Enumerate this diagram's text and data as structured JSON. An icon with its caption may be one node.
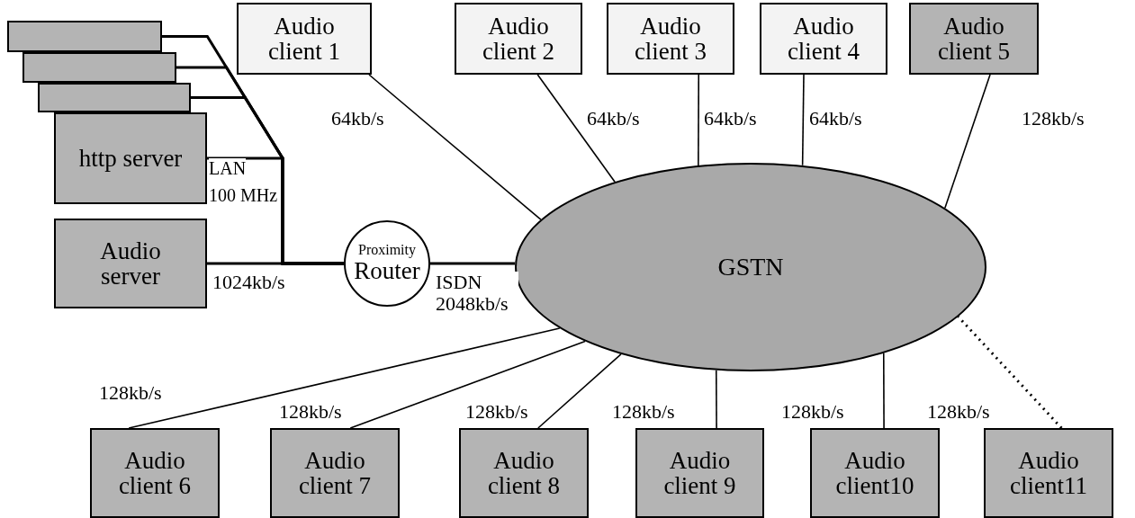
{
  "diagram": {
    "nodes": [
      {
        "text": [],
        "shape": "box"
      },
      {
        "text": [],
        "shape": "box"
      },
      {
        "text": [],
        "shape": "box"
      },
      {
        "text": [
          "http server"
        ]
      },
      {
        "text": [
          "Audio server"
        ]
      },
      {
        "text": [
          "Proximity",
          "Router"
        ]
      },
      {
        "text": [
          "GSTN"
        ]
      },
      {
        "text": [
          "Audio client 1"
        ]
      },
      {
        "text": [
          "Audio client 2"
        ]
      },
      {
        "text": [
          "Audio client 3"
        ]
      },
      {
        "text": [
          "Audio client 4"
        ]
      },
      {
        "text": [
          "Audio client 5"
        ]
      },
      {
        "text": [
          "Audio client 6"
        ]
      },
      {
        "text": [
          "Audio client 7"
        ]
      },
      {
        "text": [
          "Audio client 8"
        ]
      },
      {
        "text": [
          "Audio client 9"
        ]
      },
      {
        "text": [
          "Audio client10"
        ]
      },
      {
        "text": [
          "Audio client11"
        ]
      }
    ],
    "edges": [
      {
        "from": 0,
        "to": 5,
        "arrow": "none"
      },
      {
        "from": 1,
        "to": 5,
        "arrow": "none"
      },
      {
        "from": 2,
        "to": 5,
        "arrow": "none"
      },
      {
        "from": 3,
        "to": 5,
        "arrow": "none"
      },
      {
        "from": 4,
        "to": 5,
        "arrow": "none",
        "label": "1024kb/s"
      },
      {
        "from": 5,
        "to": 6,
        "arrow": "none",
        "label": "ISDN 2048kb/s"
      },
      {
        "from": 7,
        "to": 6,
        "arrow": "none",
        "label": "64kb/s"
      },
      {
        "from": 8,
        "to": 6,
        "arrow": "none",
        "label": "64kb/s"
      },
      {
        "from": 9,
        "to": 6,
        "arrow": "none",
        "label": "64kb/s"
      },
      {
        "from": 10,
        "to": 6,
        "arrow": "none",
        "label": "64kb/s"
      },
      {
        "from": 11,
        "to": 6,
        "arrow": "none",
        "label": "128kb/s"
      },
      {
        "from": 12,
        "to": 6,
        "arrow": "none",
        "label": "128kb/s"
      },
      {
        "from": 13,
        "to": 6,
        "arrow": "none",
        "label": "128kb/s"
      },
      {
        "from": 14,
        "to": 6,
        "arrow": "none",
        "label": "128kb/s"
      },
      {
        "from": 15,
        "to": 6,
        "arrow": "none",
        "label": "128kb/s"
      },
      {
        "from": 16,
        "to": 6,
        "arrow": "none",
        "label": "128kb/s"
      },
      {
        "from": 17,
        "to": 6,
        "arrow": "none",
        "label": "128kb/s",
        "style": "dashed"
      }
    ],
    "labels": [
      "LAN",
      "100 MHz"
    ]
  }
}
